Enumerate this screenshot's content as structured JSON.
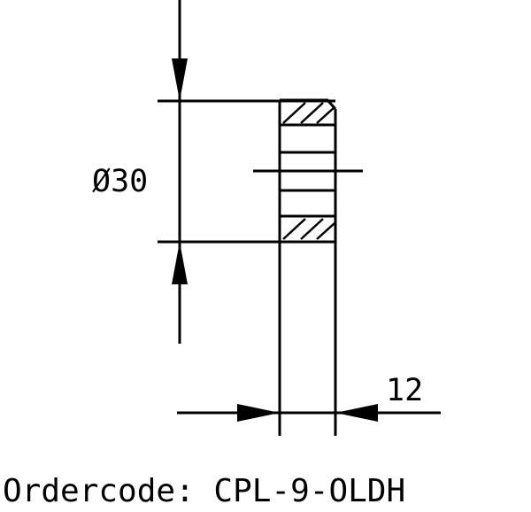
{
  "dimensions": {
    "diameter_label": "Ø30",
    "width_label": "12"
  },
  "order": {
    "text": "Ordercode: CPL-9-OLDH"
  }
}
